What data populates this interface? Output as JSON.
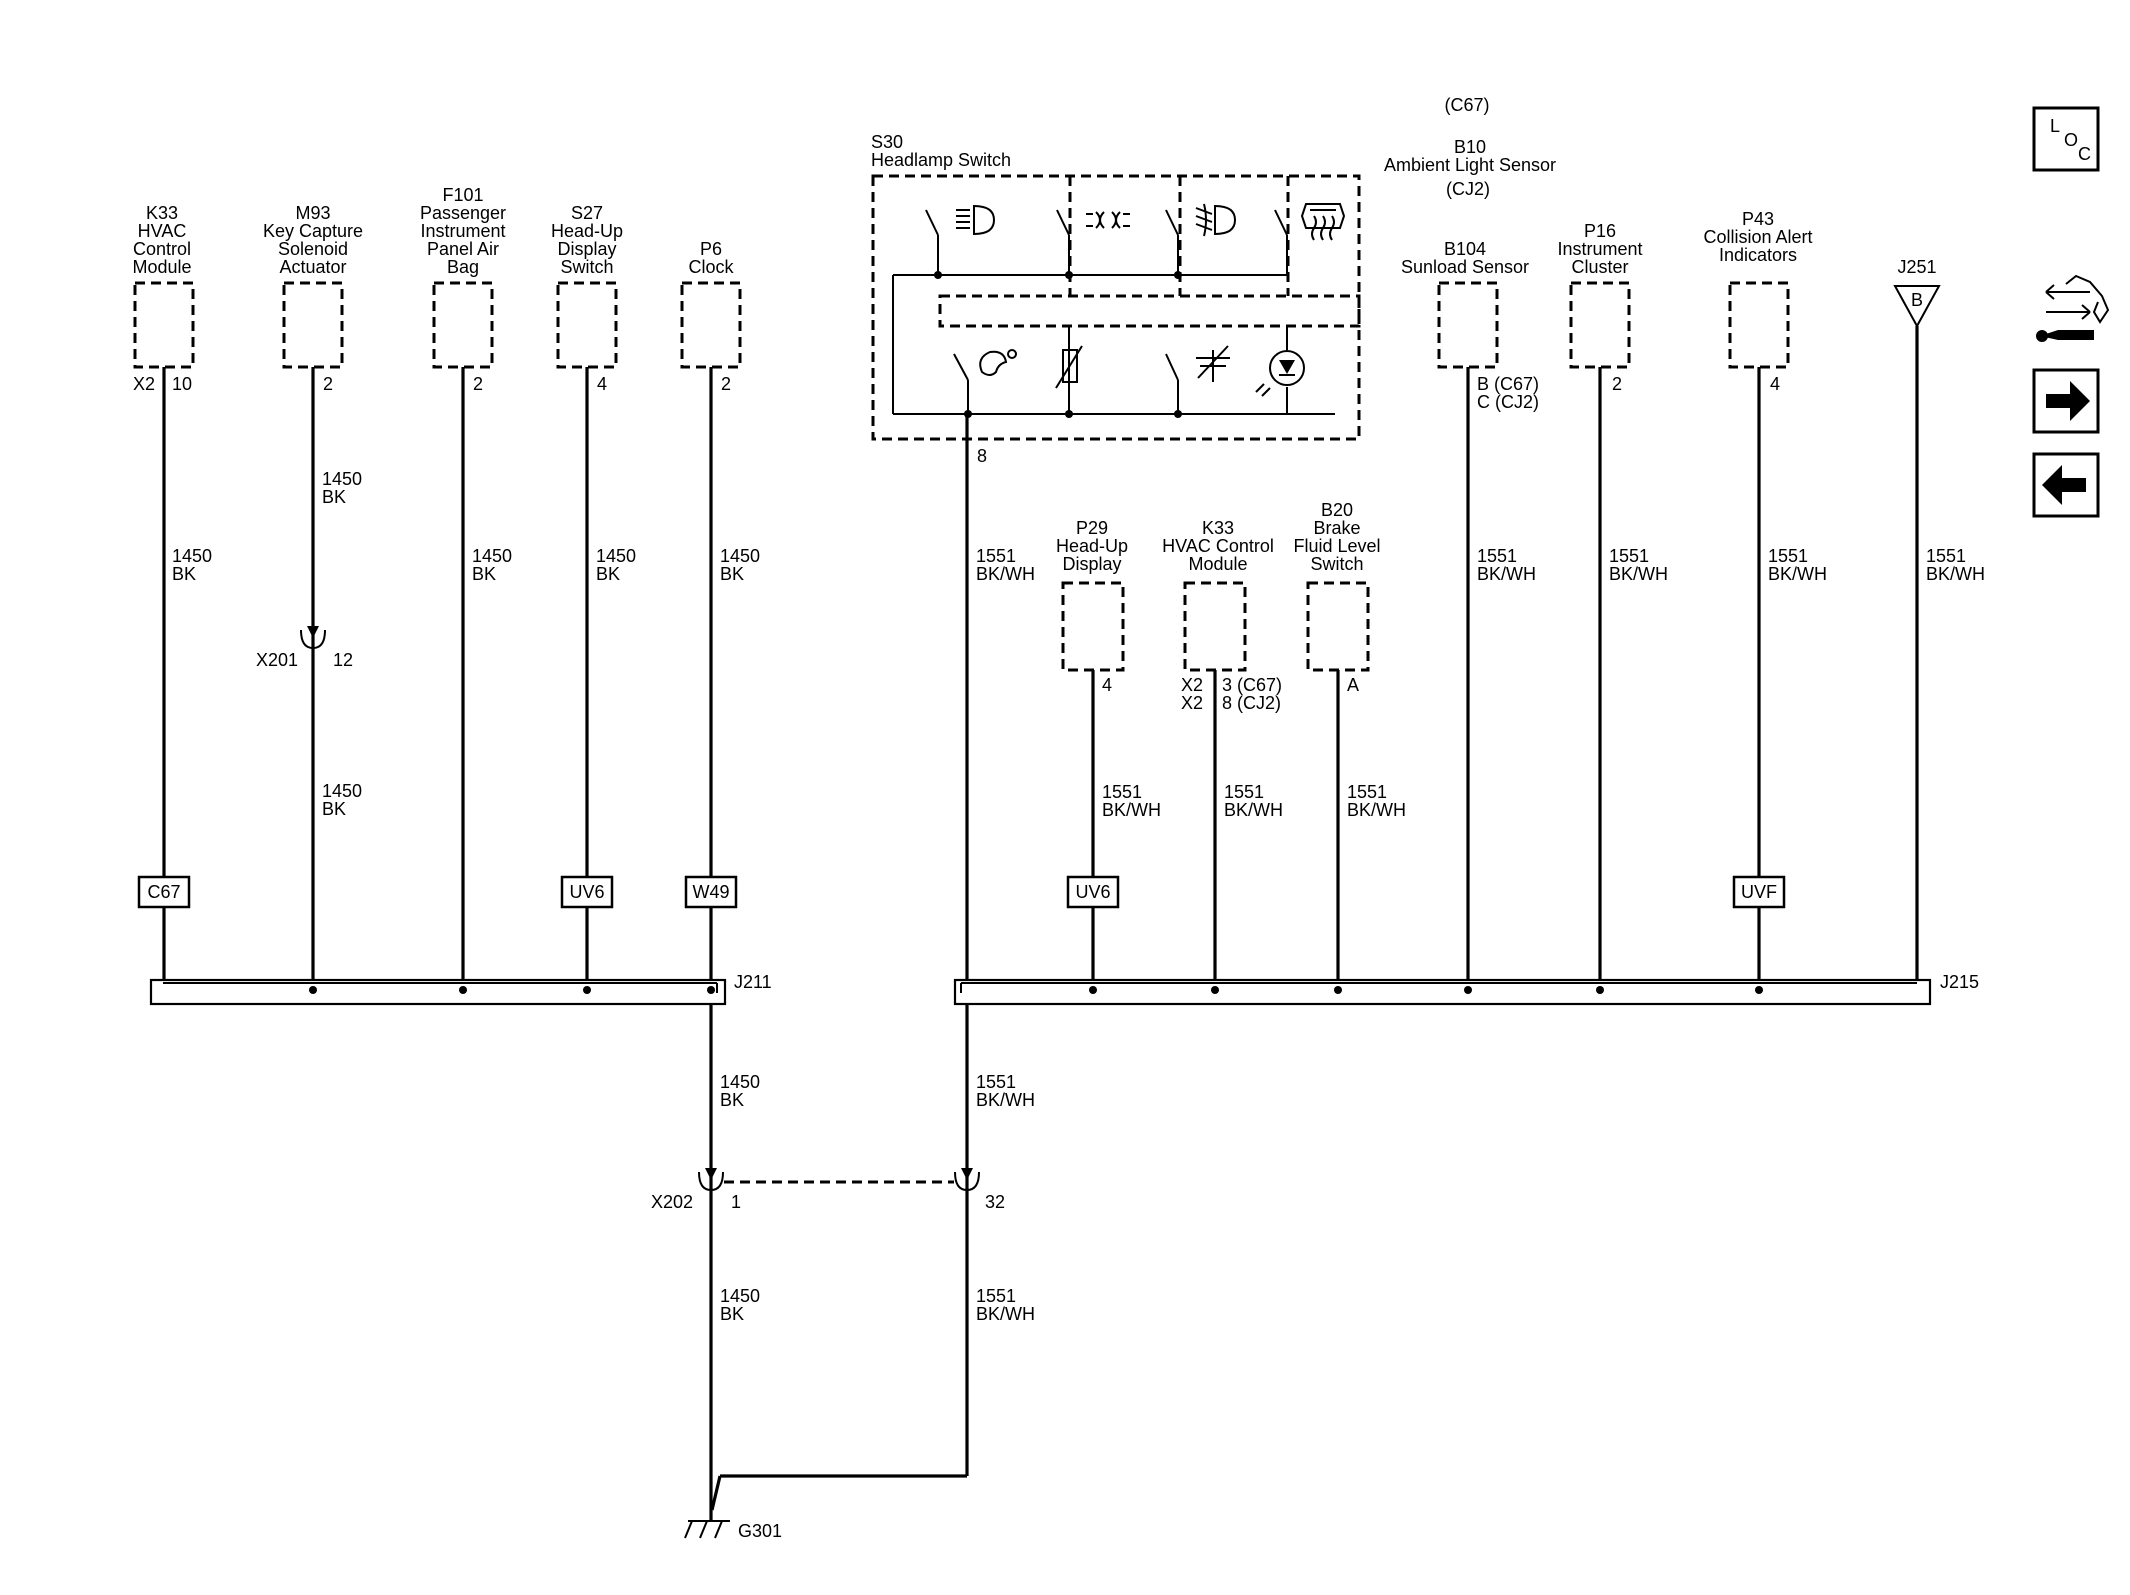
{
  "nav": {
    "loc_letters": [
      "L",
      "O",
      "C"
    ]
  },
  "components": {
    "k33_left": [
      "K33",
      "HVAC",
      "Control",
      "Module"
    ],
    "m93": [
      "M93",
      "Key Capture",
      "Solenoid",
      "Actuator"
    ],
    "f101": [
      "F101",
      "Passenger",
      "Instrument",
      "Panel Air",
      "Bag"
    ],
    "s27": [
      "S27",
      "Head-Up",
      "Display",
      "Switch"
    ],
    "p6": [
      "P6",
      "Clock"
    ],
    "s30": [
      "S30",
      "Headlamp Switch"
    ],
    "c67_top": "(C67)",
    "b10": [
      "B10",
      "Ambient Light Sensor",
      "(CJ2)"
    ],
    "b104": [
      "B104",
      "Sunload Sensor"
    ],
    "p16": [
      "P16",
      "Instrument",
      "Cluster"
    ],
    "p43": [
      "P43",
      "Collision Alert",
      "Indicators"
    ],
    "j251": "J251",
    "j251_pin": "B",
    "p29": [
      "P29",
      "Head-Up",
      "Display"
    ],
    "k33_mid": [
      "K33",
      "HVAC Control",
      "Module"
    ],
    "b20": [
      "B20",
      "Brake",
      "Fluid Level",
      "Switch"
    ]
  },
  "pins": {
    "k33_left_conn": "X2",
    "k33_left_pin": "10",
    "m93_pin": "2",
    "f101_pin": "2",
    "s27_pin": "4",
    "p6_pin": "2",
    "s30_pin": "8",
    "b104_pins": [
      "B  (C67)",
      "C  (CJ2)"
    ],
    "p16_pin": "2",
    "p43_pin": "4",
    "p29_pin": "4",
    "k33_mid_conns": [
      "X2",
      "X2"
    ],
    "k33_mid_pins": [
      "3  (C67)",
      "8  (CJ2)"
    ],
    "b20_pin": "A"
  },
  "wires": {
    "bk": [
      "1450",
      "BK"
    ],
    "bkwh": [
      "1551",
      "BK/WH"
    ]
  },
  "options": [
    "C67",
    "UV6",
    "W49",
    "UV6",
    "UVF"
  ],
  "connectors": {
    "x201": "X201",
    "x201_pin": "12",
    "x202": "X202",
    "x202_pin_left": "1",
    "x202_pin_right": "32"
  },
  "splices": {
    "j211": "J211",
    "j215": "J215"
  },
  "ground": "G301"
}
